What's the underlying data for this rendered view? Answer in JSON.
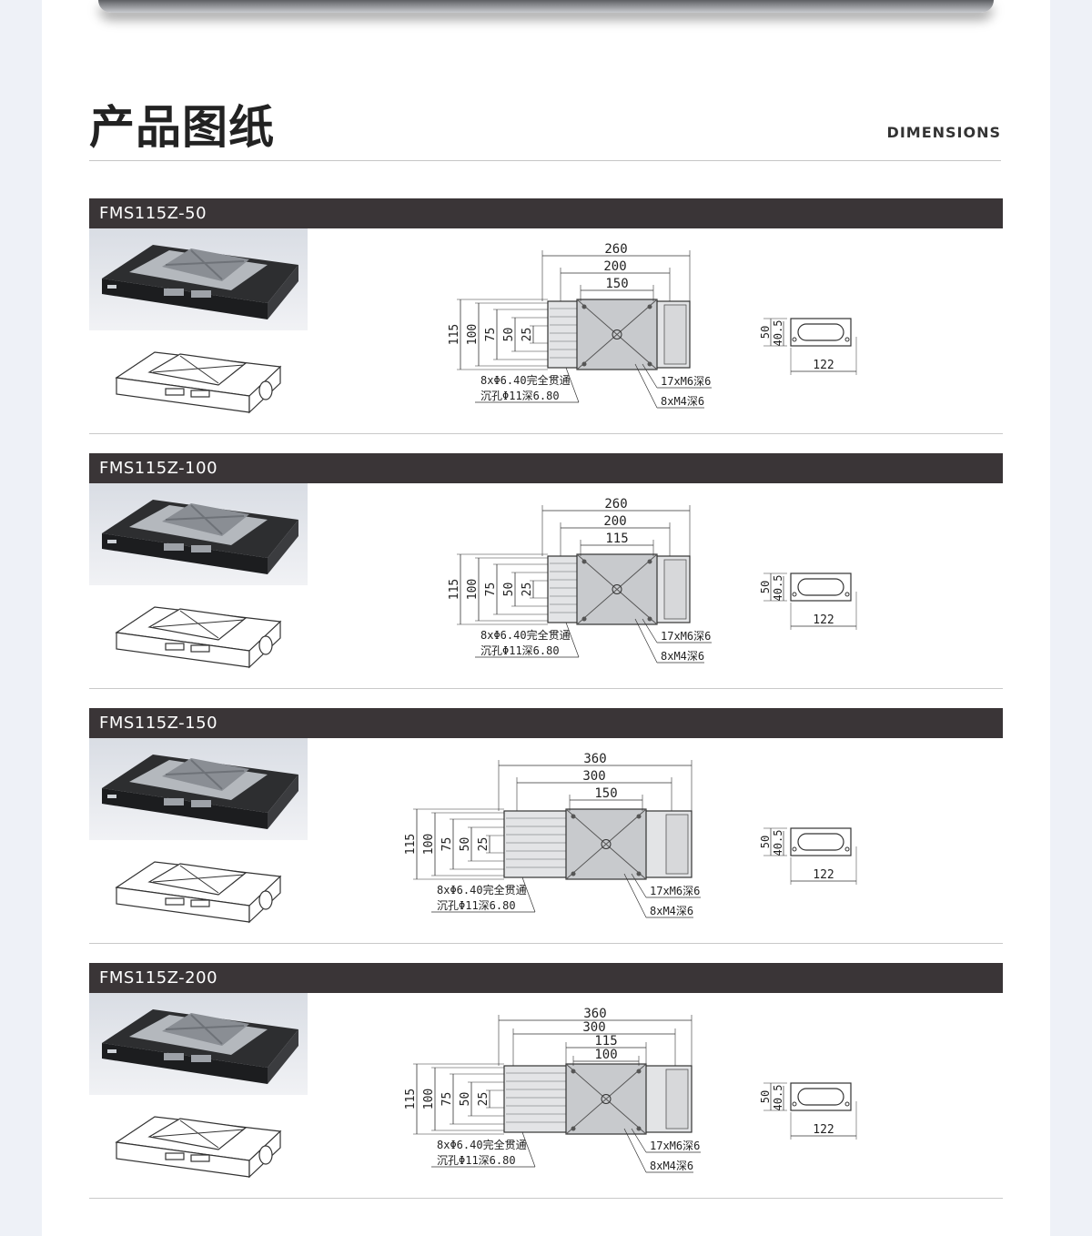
{
  "header": {
    "title": "产品图纸",
    "subtitle": "DIMENSIONS"
  },
  "products": [
    {
      "name": "FMS115Z-50",
      "top_dims": [
        "260",
        "200",
        "150"
      ],
      "side_dims": [
        "115",
        "100",
        "75",
        "50",
        "25"
      ],
      "note_holes_1": "8xΦ6.40完全贯通",
      "note_holes_2": "沉孔Φ11深6.80",
      "note_thread_1": "17xM6深6",
      "note_thread_2": "8xM4深6",
      "end_height": "50",
      "end_inner": "40.5",
      "end_width": "122"
    },
    {
      "name": "FMS115Z-100",
      "top_dims": [
        "260",
        "200",
        "115"
      ],
      "side_dims": [
        "115",
        "100",
        "75",
        "50",
        "25"
      ],
      "note_holes_1": "8xΦ6.40完全贯通",
      "note_holes_2": "沉孔Φ11深6.80",
      "note_thread_1": "17xM6深6",
      "note_thread_2": "8xM4深6",
      "end_height": "50",
      "end_inner": "40.5",
      "end_width": "122"
    },
    {
      "name": "FMS115Z-150",
      "top_dims": [
        "360",
        "300",
        "150"
      ],
      "side_dims": [
        "115",
        "100",
        "75",
        "50",
        "25"
      ],
      "note_holes_1": "8xΦ6.40完全贯通",
      "note_holes_2": "沉孔Φ11深6.80",
      "note_thread_1": "17xM6深6",
      "note_thread_2": "8xM4深6",
      "end_height": "50",
      "end_inner": "40.5",
      "end_width": "122"
    },
    {
      "name": "FMS115Z-200",
      "top_dims": [
        "360",
        "300",
        "115",
        "100"
      ],
      "side_dims": [
        "115",
        "100",
        "75",
        "50",
        "25"
      ],
      "note_holes_1": "8xΦ6.40完全贯通",
      "note_holes_2": "沉孔Φ11深6.80",
      "note_thread_1": "17xM6深6",
      "note_thread_2": "8xM4深6",
      "end_height": "50",
      "end_inner": "40.5",
      "end_width": "122"
    }
  ]
}
